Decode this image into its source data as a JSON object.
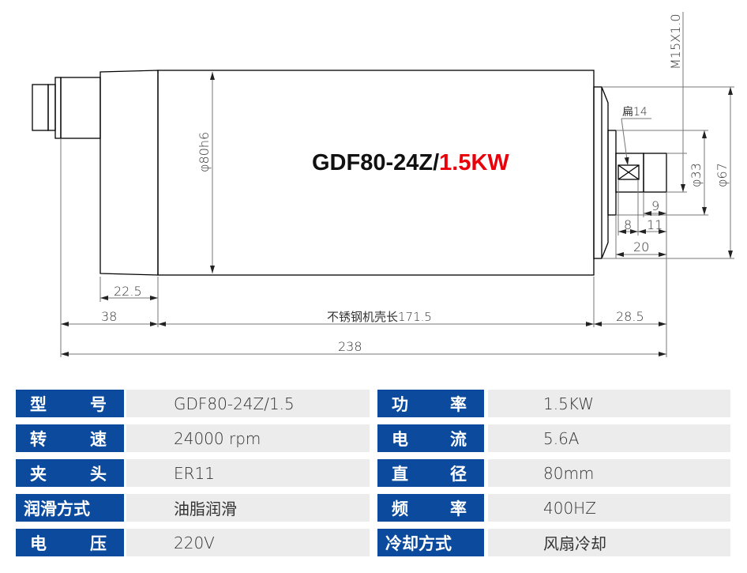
{
  "title": {
    "model": "GDF80-24Z/",
    "power": "1.5KW",
    "accent_color": "#e8000b"
  },
  "dimensions": {
    "diameter_body": "φ80h6",
    "thread": "M15X1.0",
    "flat": "扁14",
    "d33": "φ33",
    "d67": "φ67",
    "d9": "9",
    "d8": "8",
    "d11": "11",
    "d20": "20",
    "d22_5": "22.5",
    "d38": "38",
    "body_length": "不锈钢机壳长171.5",
    "d28_5": "28.5",
    "total": "238"
  },
  "specs": [
    {
      "label": [
        "型",
        "号"
      ],
      "value": "GDF80-24Z/1.5",
      "label2": [
        "功",
        "率"
      ],
      "value2": "1.5KW"
    },
    {
      "label": [
        "转",
        "速"
      ],
      "value": "24000 rpm",
      "label2": [
        "电",
        "流"
      ],
      "value2": "5.6A"
    },
    {
      "label": [
        "夹",
        "头"
      ],
      "value": "ER11",
      "label2": [
        "直",
        "径"
      ],
      "value2": "80mm"
    },
    {
      "label": [
        "润滑方式"
      ],
      "value": "油脂润滑",
      "label2": [
        "频",
        "率"
      ],
      "value2": "400HZ"
    },
    {
      "label": [
        "电",
        "压"
      ],
      "value": "220V",
      "label2": [
        "冷却方式"
      ],
      "value2": "风扇冷却"
    }
  ],
  "colors": {
    "label_bg": "#0b4a9c",
    "value_bg": "#ececec"
  }
}
